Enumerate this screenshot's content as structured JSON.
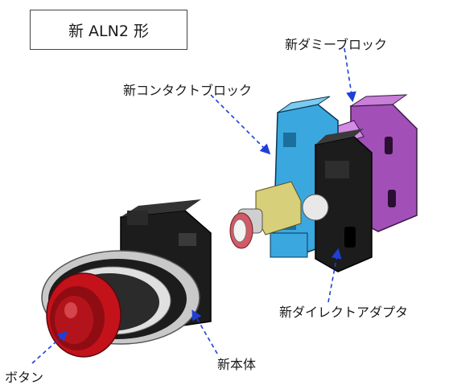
{
  "title": "新 ALN2 形",
  "labels": {
    "dummy_block": "新ダミーブロック",
    "contact_block": "新コンタクトブロック",
    "direct_adapter": "新ダイレクトアダプタ",
    "button": "ボタン",
    "body": "新本体"
  },
  "colors": {
    "leader": "#1f3fd6",
    "button_red": "#c4121a",
    "contact_blue": "#3aa8df",
    "dummy_purple": "#a24fb8",
    "body_black": "#1c1c1c",
    "bezel_silver": "#c9c9c9"
  }
}
